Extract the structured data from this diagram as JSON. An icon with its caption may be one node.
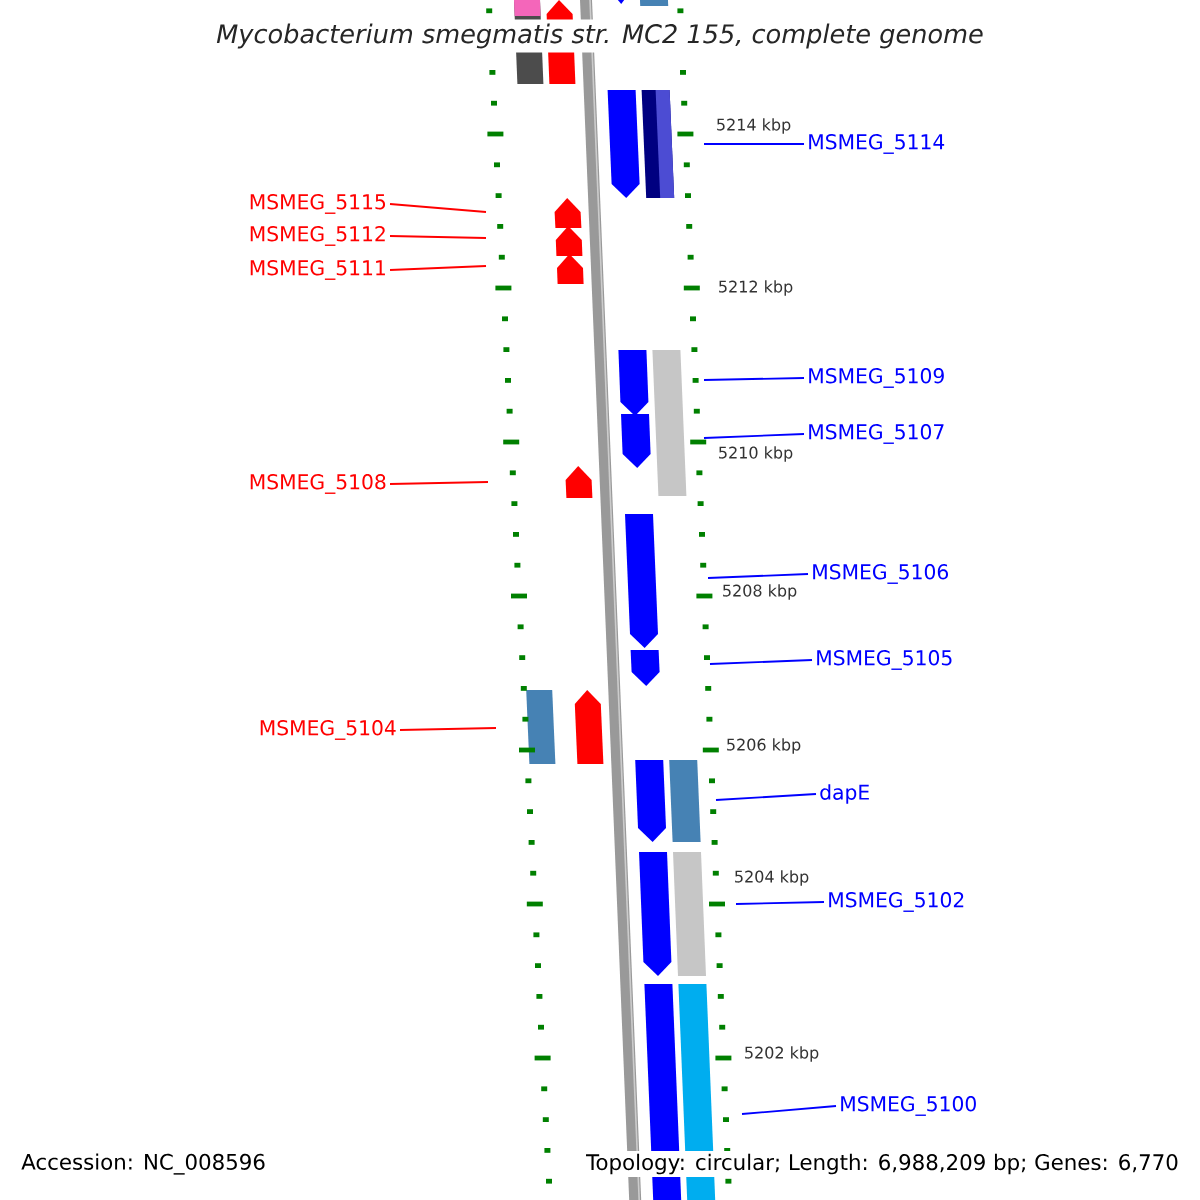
{
  "diagram": {
    "title": "*Mycobacterium smegmatis str. MC2 155, complete genome*",
    "nodes": [
      {
        "text": [
          "MSMEG_5114"
        ]
      },
      {
        "text": [
          "MSMEG_5115"
        ]
      },
      {
        "text": [
          "MSMEG_5112"
        ]
      },
      {
        "text": [
          "MSMEG_5111"
        ]
      },
      {
        "text": [
          "MSMEG_5109"
        ]
      },
      {
        "text": [
          "MSMEG_5107"
        ]
      },
      {
        "text": [
          "MSMEG_5108"
        ]
      },
      {
        "text": [
          "MSMEG_5106"
        ]
      },
      {
        "text": [
          "MSMEG_5105"
        ]
      },
      {
        "text": [
          "MSMEG_5104"
        ]
      },
      {
        "text": [
          "dapE"
        ]
      },
      {
        "text": [
          "MSMEG_5102"
        ]
      },
      {
        "text": [
          "MSMEG_5100"
        ]
      }
    ],
    "edges": [
      {
        "from": 0,
        "to": null,
        "arrow": "none"
      },
      {
        "from": 1,
        "to": null,
        "arrow": "none",
        "color": "#ff0000"
      },
      {
        "from": 2,
        "to": null,
        "arrow": "none",
        "color": "#ff0000"
      },
      {
        "from": 3,
        "to": null,
        "arrow": "none",
        "color": "#ff0000"
      },
      {
        "from": 4,
        "to": null,
        "arrow": "none"
      },
      {
        "from": 5,
        "to": null,
        "arrow": "none"
      },
      {
        "from": 6,
        "to": null,
        "arrow": "none",
        "color": "#ff0000"
      },
      {
        "from": 7,
        "to": null,
        "arrow": "none"
      },
      {
        "from": 8,
        "to": null,
        "arrow": "none"
      },
      {
        "from": 9,
        "to": null,
        "arrow": "none",
        "color": "#ff0000"
      },
      {
        "from": 10,
        "to": null,
        "arrow": "none"
      },
      {
        "from": 11,
        "to": null,
        "arrow": "none"
      },
      {
        "from": 12,
        "to": null,
        "arrow": "none"
      }
    ],
    "labels": [
      "5214 kbp",
      "5212 kbp",
      "5210 kbp",
      "5208 kbp",
      "5206 kbp",
      "5204 kbp",
      "5202 kbp",
      "Accession: NC_008596",
      "Topology: circular; Length: 6,988,209 bp; Genes: 6,770"
    ]
  }
}
